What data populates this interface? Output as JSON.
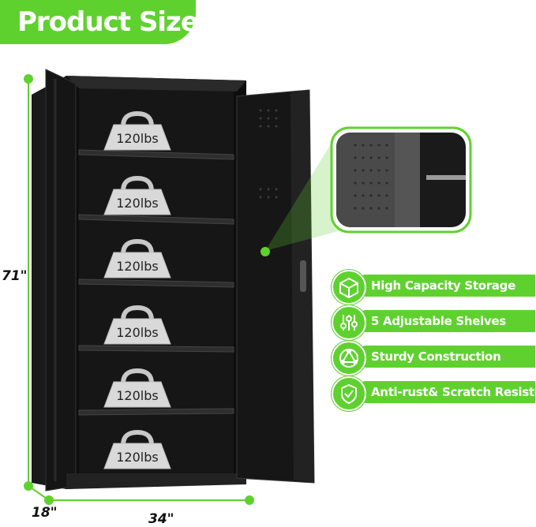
{
  "title": "Product Size",
  "dimensions": {
    "height": "71\"",
    "depth": "18\"",
    "width": "34\""
  },
  "weights": [
    "120lbs",
    "120lbs",
    "120lbs",
    "120lbs",
    "120lbs",
    "120lbs"
  ],
  "features": [
    {
      "label": "High Capacity Storage",
      "icon": "cube-icon"
    },
    {
      "label": "5 Adjustable Shelves",
      "icon": "sliders-icon"
    },
    {
      "label": "Sturdy Construction",
      "icon": "structure-icon"
    },
    {
      "label": "Anti-rust& Scratch Resistent",
      "icon": "shield-icon"
    }
  ],
  "colors": {
    "accent": "#5fd12f",
    "cabinet": "#111111"
  }
}
